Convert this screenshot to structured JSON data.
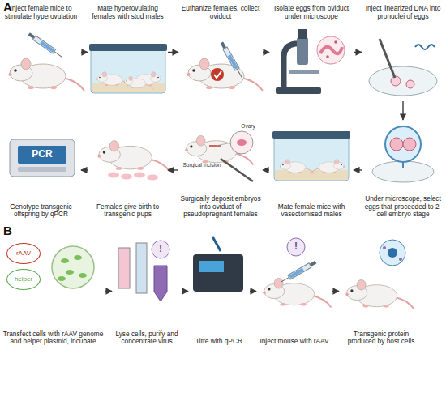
{
  "diagram": {
    "nodes": [
      {
        "text": [
          "Inject female mice to stimulate hyperovulation"
        ]
      },
      {
        "text": [
          "Mate hyperovulating females with stud males"
        ]
      },
      {
        "text": [
          "Euthanize females, collect oviduct"
        ]
      },
      {
        "text": [
          "Isolate eggs from oviduct under microscope"
        ]
      },
      {
        "text": [
          "Inject linearized DNA into pronuclei of eggs"
        ]
      },
      {
        "text": [
          "Under microscope, select eggs that proceeded to 2-cell embryo stage"
        ]
      },
      {
        "text": [
          "Mate female mice with vasectomised males"
        ]
      },
      {
        "text": [
          "Surgically deposit embryos into oviduct of pseudopregnant females"
        ]
      },
      {
        "text": [
          "Females give birth to transgenic pups"
        ]
      },
      {
        "text": [
          "Genotype transgenic offspring by qPCR"
        ]
      },
      {
        "text": [
          "Transfect cells with rAAV genome and helper plasmid, incubate"
        ]
      },
      {
        "text": [
          "rAAV"
        ],
        "in": 10
      },
      {
        "text": [
          "helper"
        ],
        "in": 10
      },
      {
        "text": [
          "Lyse cells, purify and concentrate virus"
        ]
      },
      {
        "text": [
          "Titre with qPCR"
        ]
      },
      {
        "text": [
          "Inject mouse with rAAV"
        ]
      },
      {
        "text": [
          "Transgenic protein produced by host cells"
        ]
      }
    ],
    "edges": [
      {
        "from": 0,
        "to": 1,
        "arrow": "to"
      },
      {
        "from": 1,
        "to": 2,
        "arrow": "to"
      },
      {
        "from": 2,
        "to": 3,
        "arrow": "to"
      },
      {
        "from": 3,
        "to": 4,
        "arrow": "to"
      },
      {
        "from": 4,
        "to": 5,
        "arrow": "to"
      },
      {
        "from": 5,
        "to": 6,
        "arrow": "to"
      },
      {
        "from": 6,
        "to": 7,
        "arrow": "to"
      },
      {
        "from": 7,
        "to": 8,
        "arrow": "to"
      },
      {
        "from": 8,
        "to": 9,
        "arrow": "to"
      },
      {
        "from": 10,
        "to": 13,
        "arrow": "to"
      },
      {
        "from": 13,
        "to": 14,
        "arrow": "to"
      },
      {
        "from": 14,
        "to": 15,
        "arrow": "to"
      },
      {
        "from": 15,
        "to": 16,
        "arrow": "to"
      }
    ],
    "labels": [
      "A",
      "B",
      "Ovary",
      "Surgical incision",
      "PCR",
      "!",
      "!"
    ]
  }
}
